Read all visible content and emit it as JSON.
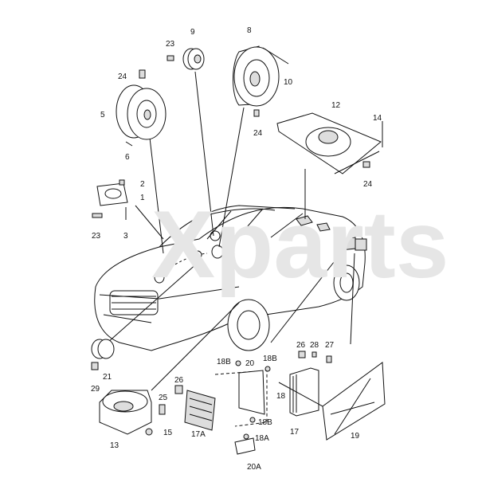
{
  "diagram": {
    "watermark": "Xparts",
    "callouts": [
      "23",
      "9",
      "8",
      "24",
      "10",
      "5",
      "12",
      "14",
      "24",
      "6",
      "2",
      "1",
      "24",
      "23",
      "3",
      "21",
      "29",
      "26",
      "25",
      "13",
      "15",
      "17A",
      "18B",
      "20",
      "18B",
      "18B",
      "18A",
      "20A",
      "26",
      "28",
      "27",
      "18",
      "17",
      "19"
    ]
  }
}
